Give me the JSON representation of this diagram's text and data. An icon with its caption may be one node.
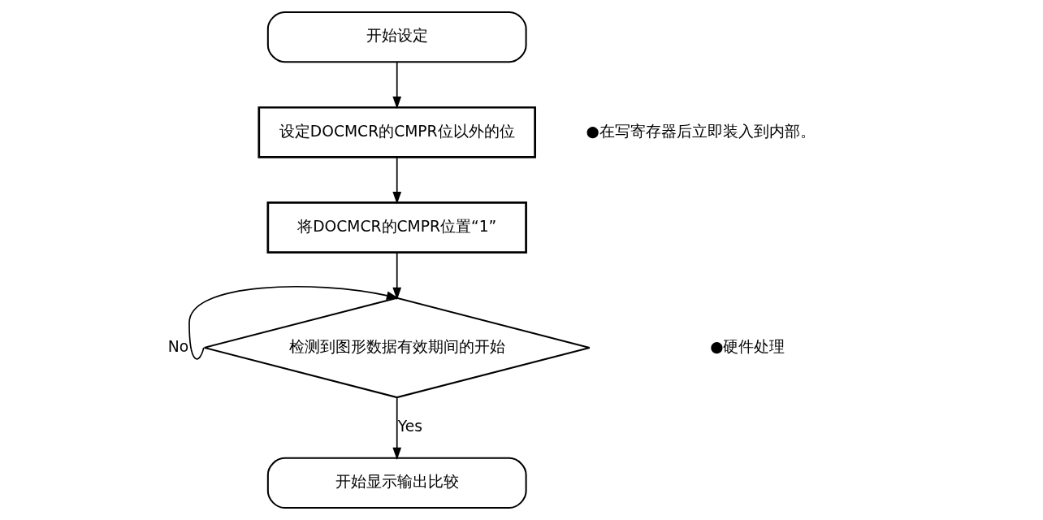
{
  "diagram": {
    "nodes": [
      {
        "text": [
          "开始设定"
        ]
      },
      {
        "text": [
          "设定DOCMCR的CMPR位以外的位"
        ],
        "beside": [
          "●在写寄存器后立即装入到内部。"
        ]
      },
      {
        "text": [
          "将DOCMCR的CMPR位置“1”"
        ]
      },
      {
        "text": [
          "检测到图形数据有效期间的开始"
        ]
      },
      {
        "text": [
          "开始显示输出比较"
        ]
      }
    ],
    "edges": [
      {
        "from": 0,
        "to": 1,
        "arrow": "to"
      },
      {
        "from": 1,
        "to": 2,
        "arrow": "to"
      },
      {
        "from": 2,
        "to": 3,
        "arrow": "to"
      },
      {
        "from": 3,
        "to": 3,
        "arrow": "to",
        "label": "No"
      },
      {
        "from": 3,
        "to": 4,
        "arrow": "to",
        "label": "Yes"
      }
    ],
    "labels": [
      "●硬件处理"
    ]
  }
}
